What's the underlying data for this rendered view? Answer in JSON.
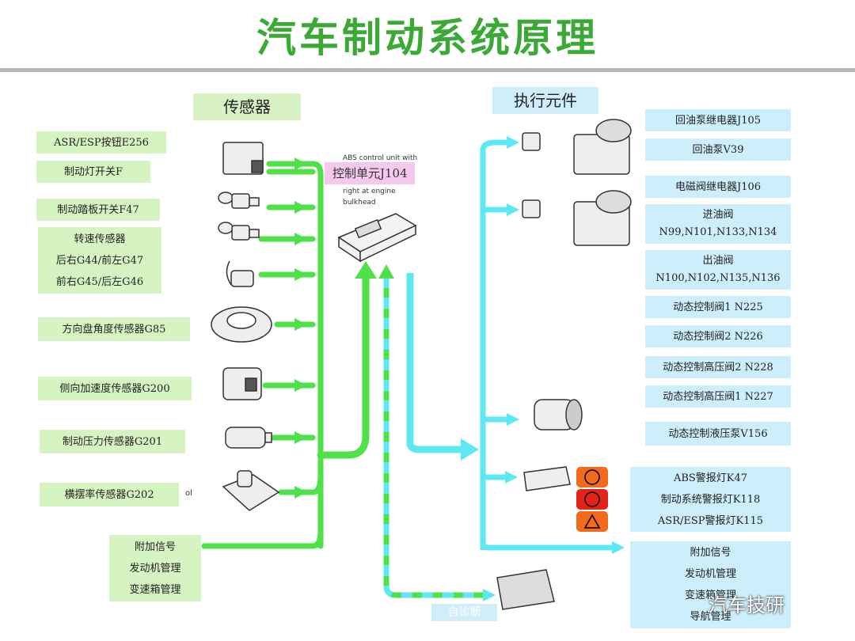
{
  "title": "汽车制动系统原理",
  "sensors_header": "传感器",
  "actuators_header": "执行元件",
  "controller": {
    "label": "控制单元J104",
    "caption_line1": "ABS control unit with",
    "caption_line2": "right at engine",
    "caption_line3": "bulkhead"
  },
  "sensors": [
    {
      "lines": [
        "ASR/ESP按钮E256"
      ]
    },
    {
      "lines": [
        "制动灯开关F"
      ]
    },
    {
      "lines": [
        "制动踏板开关F47"
      ]
    },
    {
      "lines": [
        "转速传感器",
        "后右G44/前左G47",
        "前右G45/后左G46"
      ]
    },
    {
      "lines": [
        "方向盘角度传感器G85"
      ]
    },
    {
      "lines": [
        "侧向加速度传感器G200"
      ]
    },
    {
      "lines": [
        "制动压力传感器G201"
      ]
    },
    {
      "lines": [
        "横摆率传感器G202"
      ]
    },
    {
      "lines": [
        "附加信号",
        "发动机管理",
        "变速箱管理"
      ]
    }
  ],
  "stray_mark": "ol",
  "actuators": [
    {
      "lines": [
        "回油泵继电器J105"
      ]
    },
    {
      "lines": [
        "回油泵V39"
      ]
    },
    {
      "lines": [
        "电磁阀继电器J106"
      ]
    },
    {
      "lines": [
        "进油阀",
        "N99,N101,N133,N134"
      ]
    },
    {
      "lines": [
        "出油阀",
        "N100,N102,N135,N136"
      ]
    },
    {
      "lines": [
        "动态控制阀1 N225"
      ]
    },
    {
      "lines": [
        "动态控制阀2 N226"
      ]
    },
    {
      "lines": [
        "动态控制高压阀2 N228"
      ]
    },
    {
      "lines": [
        "动态控制高压阀1 N227"
      ]
    },
    {
      "lines": [
        "动态控制液压泵V156"
      ]
    },
    {
      "lines": [
        "ABS警报灯K47",
        "制动系统警报灯K118",
        "ASR/ESP警报灯K115"
      ]
    },
    {
      "lines": [
        "附加信号",
        "发动机管理",
        "变速箱管理",
        "导航管理"
      ]
    }
  ],
  "diagnosis": "自诊断",
  "watermark": "汽车技研",
  "colors": {
    "green": "#4fe04a",
    "cyan": "#5ee8f2",
    "title": "#3aa935",
    "sensor_box": "#d6f4c2",
    "actuator_box": "#cdeefb"
  }
}
